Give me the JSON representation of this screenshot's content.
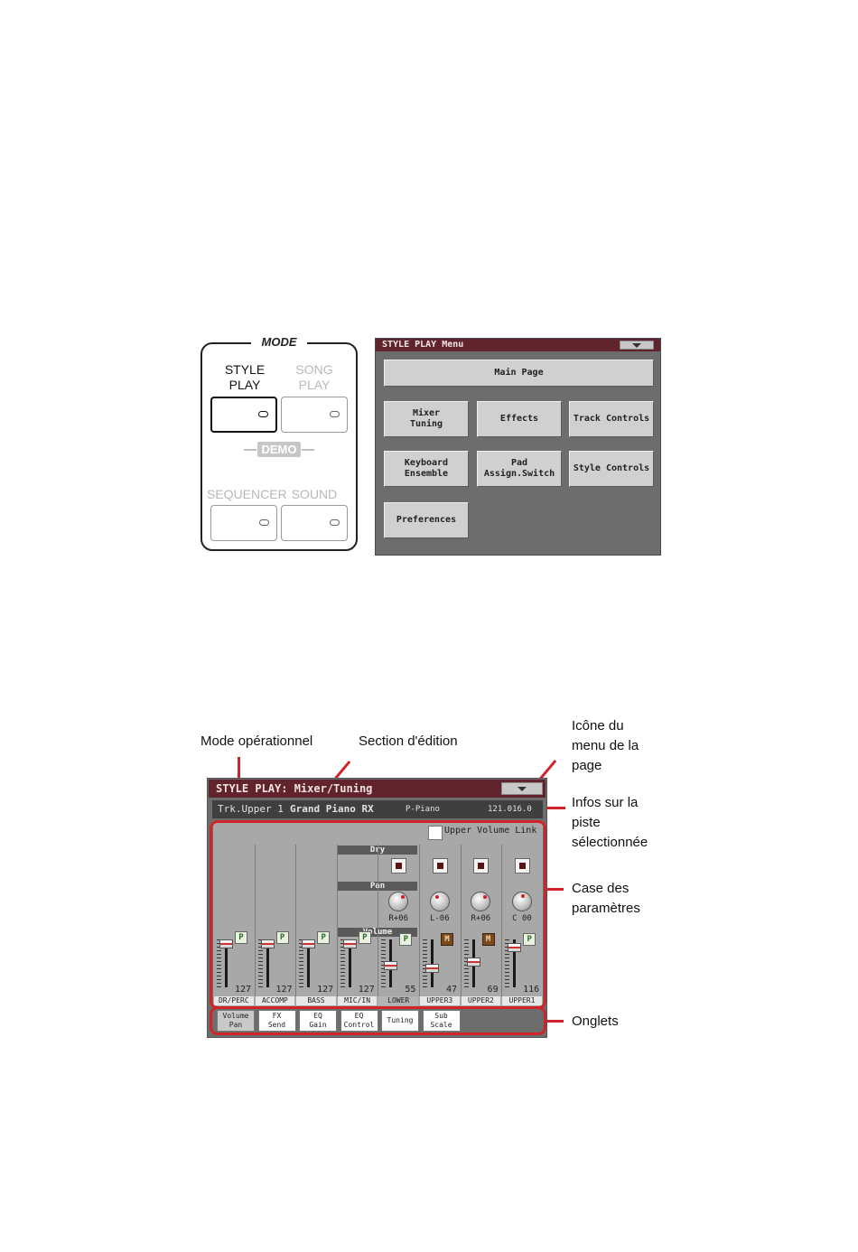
{
  "mode_panel": {
    "title": "MODE",
    "buttons": [
      {
        "label": "STYLE\nPLAY",
        "active": true
      },
      {
        "label": "SONG\nPLAY",
        "active": false
      },
      {
        "label": "SEQUENCER",
        "active": false
      },
      {
        "label": "SOUND",
        "active": false
      }
    ],
    "demo_label": "DEMO"
  },
  "menu": {
    "title": "STYLE PLAY Menu",
    "main_page": "Main Page",
    "buttons": [
      "Mixer\nTuning",
      "Effects",
      "Track Controls",
      "Keyboard\nEnsemble",
      "Pad\nAssign.Switch",
      "Style Controls",
      "Preferences"
    ]
  },
  "annotations": {
    "mode": "Mode opérationnel",
    "section": "Section d'édition",
    "page_menu_icon": "Icône du\nmenu de la\npage",
    "track_info": "Infos sur la\npiste\nsélectionnée",
    "param_box": "Case des\nparamètres",
    "tabs": "Onglets"
  },
  "mixer": {
    "title": "STYLE PLAY: Mixer/Tuning",
    "info": {
      "track": "Trk.Upper 1",
      "sound": "Grand Piano RX",
      "category": "P-Piano",
      "bank": "121.016.0"
    },
    "upper_volume_link": "Upper Volume Link",
    "sections": {
      "dry": "Dry",
      "pan": "Pan",
      "volume": "Volume"
    },
    "tracks": [
      {
        "name": "DR/PERC",
        "volume": 127,
        "button": "P",
        "pan": null,
        "dry": false
      },
      {
        "name": "ACCOMP",
        "volume": 127,
        "button": "P",
        "pan": null,
        "dry": false
      },
      {
        "name": "BASS",
        "volume": 127,
        "button": "P",
        "pan": null,
        "dry": false
      },
      {
        "name": "MIC/IN",
        "volume": 127,
        "button": "P",
        "pan": null,
        "dry": false
      },
      {
        "name": "LOWER",
        "volume": 55,
        "button": "P",
        "pan": "R+06",
        "dry": true
      },
      {
        "name": "UPPER3",
        "volume": 47,
        "button": "M",
        "pan": "L-06",
        "dry": true
      },
      {
        "name": "UPPER2",
        "volume": 69,
        "button": "M",
        "pan": "R+06",
        "dry": true
      },
      {
        "name": "UPPER1",
        "volume": 116,
        "button": "P",
        "pan": "C 00",
        "dry": true
      }
    ],
    "tabs": [
      {
        "label": "Volume\nPan",
        "selected": true
      },
      {
        "label": "FX\nSend",
        "selected": false
      },
      {
        "label": "EQ\nGain",
        "selected": false
      },
      {
        "label": "EQ\nControl",
        "selected": false
      },
      {
        "label": "Tuning",
        "selected": false
      },
      {
        "label": "Sub\nScale",
        "selected": false
      }
    ]
  }
}
